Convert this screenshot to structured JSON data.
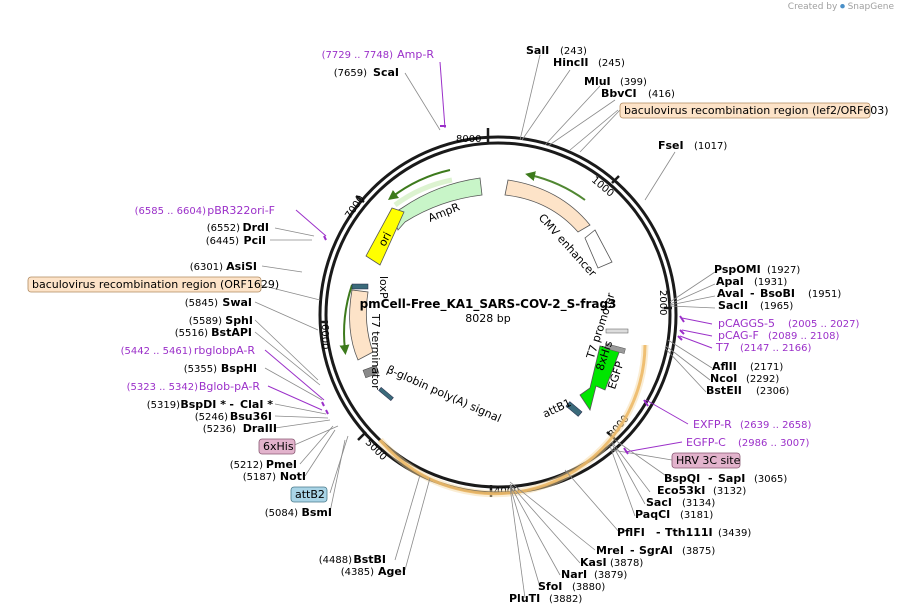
{
  "credit": {
    "prefix": "Created by",
    "brand": "SnapGene"
  },
  "plasmid": {
    "name": "pmCell-Free_KA1_SARS-COV-2_S-frag3",
    "size": "8028 bp"
  },
  "ticks": [
    "8000",
    "1000",
    "2000",
    "3000",
    "4000",
    "5000",
    "6000",
    "7000"
  ],
  "sites": [
    {
      "name": "SalI",
      "pos": "(243)"
    },
    {
      "name": "HincII",
      "pos": "(245)"
    },
    {
      "name": "MluI",
      "pos": "(399)"
    },
    {
      "name": "BbvCI",
      "pos": "(416)"
    },
    {
      "name": "FseI",
      "pos": "(1017)"
    },
    {
      "name": "PspOMI",
      "pos": "(1927)"
    },
    {
      "name": "ApaI",
      "pos": "(1931)"
    },
    {
      "name": "AvaI",
      "pos": ""
    },
    {
      "name": "BsoBI",
      "pos": "(1951)"
    },
    {
      "name": "SacII",
      "pos": "(1965)"
    },
    {
      "name": "AflII",
      "pos": "(2171)"
    },
    {
      "name": "NcoI",
      "pos": "(2292)"
    },
    {
      "name": "BstEII",
      "pos": "(2306)"
    },
    {
      "name": "BspQI",
      "pos": ""
    },
    {
      "name": "SapI",
      "pos": "(3065)"
    },
    {
      "name": "Eco53kI",
      "pos": "(3132)"
    },
    {
      "name": "SacI",
      "pos": "(3134)"
    },
    {
      "name": "PaqCI",
      "pos": "(3181)"
    },
    {
      "name": "PflFI",
      "pos": ""
    },
    {
      "name": "Tth111I",
      "pos": "(3439)"
    },
    {
      "name": "MreI",
      "pos": ""
    },
    {
      "name": "SgrAI",
      "pos": "(3875)"
    },
    {
      "name": "KasI",
      "pos": "(3878)"
    },
    {
      "name": "NarI",
      "pos": "(3879)"
    },
    {
      "name": "SfoI",
      "pos": "(3880)"
    },
    {
      "name": "PluTI",
      "pos": "(3882)"
    },
    {
      "name": "AgeI",
      "pos": "(4385)"
    },
    {
      "name": "BstBI",
      "pos": "(4488)"
    },
    {
      "name": "BsmI",
      "pos": "(5084)"
    },
    {
      "name": "NotI",
      "pos": "(5187)"
    },
    {
      "name": "PmeI",
      "pos": "(5212)"
    },
    {
      "name": "DraIII",
      "pos": "(5236)"
    },
    {
      "name": "Bsu36I",
      "pos": "(5246)"
    },
    {
      "name": "BspDI *",
      "pos": "(5319)"
    },
    {
      "name": "ClaI *",
      "pos": ""
    },
    {
      "name": "BspHI",
      "pos": "(5355)"
    },
    {
      "name": "BstAPI",
      "pos": "(5516)"
    },
    {
      "name": "SphI",
      "pos": "(5589)"
    },
    {
      "name": "SwaI",
      "pos": "(5845)"
    },
    {
      "name": "AsiSI",
      "pos": "(6301)"
    },
    {
      "name": "PciI",
      "pos": "(6445)"
    },
    {
      "name": "DrdI",
      "pos": "(6552)"
    },
    {
      "name": "ScaI",
      "pos": "(7659)"
    }
  ],
  "primers": [
    {
      "name": "Amp-R",
      "pos": "(7729 .. 7748)"
    },
    {
      "name": "pBR322ori-F",
      "pos": "(6585 .. 6604)"
    },
    {
      "name": "rbglobpA-R",
      "pos": "(5442 .. 5461)"
    },
    {
      "name": "Bglob-pA-R",
      "pos": "(5323 .. 5342)"
    },
    {
      "name": "pCAGGS-5",
      "pos": "(2005 .. 2027)"
    },
    {
      "name": "pCAG-F",
      "pos": "(2089 .. 2108)"
    },
    {
      "name": "T7",
      "pos": "(2147 .. 2166)"
    },
    {
      "name": "EXFP-R",
      "pos": "(2639 .. 2658)"
    },
    {
      "name": "EGFP-C",
      "pos": "(2986 .. 3007)"
    }
  ],
  "boxes": [
    {
      "label": "baculovirus recombination region (lef2/ORF603)",
      "color": "#fde3c8"
    },
    {
      "label": "baculovirus recombination region (ORF1629)",
      "color": "#fde3c8"
    },
    {
      "label": "HRV 3C site",
      "color": "#e2b3cc"
    },
    {
      "label": "6xHis",
      "color": "#e2b3cc"
    },
    {
      "label": "attB2",
      "color": "#a9d4e6"
    }
  ],
  "features": [
    "AmpR",
    "ori",
    "CMV enhancer",
    "EGFP",
    "8xHis",
    "T7 promoter",
    "attB1",
    "loxP",
    "T7 terminator",
    "β-globin poly(A) signal"
  ],
  "colors": {
    "backbone": "#1a1a1a",
    "ampr": "#c8f5c8",
    "ori": "#ffff00",
    "cmv": "#fde3c8",
    "egfp": "#00e600",
    "primer": "#9b30c9",
    "green_arc": "#5aa02c",
    "orange_arc": "#e9a23b"
  }
}
